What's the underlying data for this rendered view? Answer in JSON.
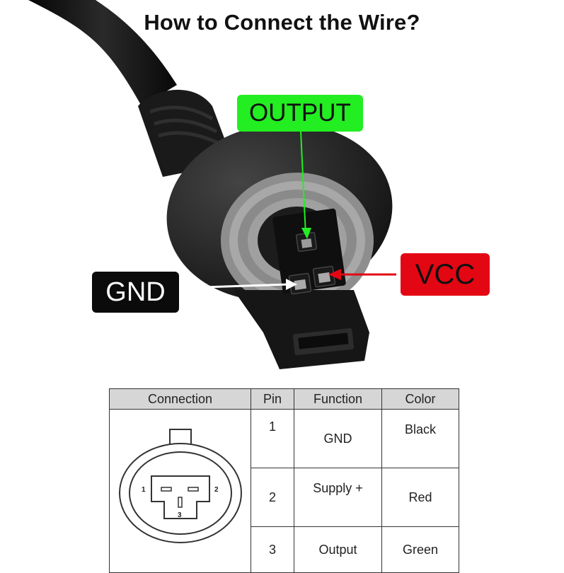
{
  "title": "How to Connect the Wire?",
  "labels": {
    "output": "OUTPUT",
    "gnd": "GND",
    "vcc": "VCC"
  },
  "colors": {
    "output_label": "#22ee22",
    "gnd_label": "#0b0b0b",
    "vcc_label": "#e30613",
    "cable": "#1c1c1c",
    "seal_ring": "#9a9a9a",
    "table_header": "#d6d6d6"
  },
  "table": {
    "headers": [
      "Connection",
      "Pin",
      "Function",
      "Color"
    ],
    "rows": [
      {
        "pin": "1",
        "function": "GND",
        "color": "Black"
      },
      {
        "pin": "2",
        "function": "Supply +",
        "color": "Red"
      },
      {
        "pin": "3",
        "function": "Output",
        "color": "Green"
      }
    ],
    "diagram_pins": [
      "1",
      "2",
      "3"
    ]
  }
}
